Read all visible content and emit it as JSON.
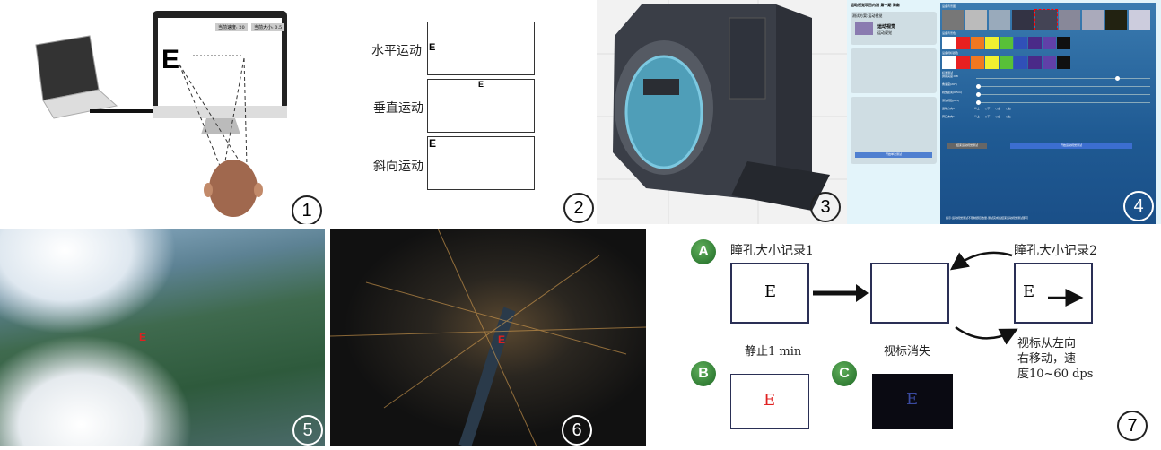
{
  "panel_numbers": [
    "1",
    "2",
    "3",
    "4",
    "5",
    "6",
    "7"
  ],
  "panel1": {
    "screen_buttons": [
      "当前速度: 20",
      "当前大小: 0.5"
    ],
    "optotype": "E"
  },
  "panel2": {
    "rows": [
      {
        "label": "水平运动",
        "optotype": "E"
      },
      {
        "label": "垂直运动",
        "optotype": "E"
      },
      {
        "label": "斜向运动",
        "optotype": "E"
      }
    ]
  },
  "panel4": {
    "title": "运动视觉项目内测 第一期 海南",
    "scheme": "测试方案:运动视觉",
    "card_title": "运动视觉",
    "card_sub": "运动视觉",
    "section_bg": "设备背景图",
    "section_bg_color": "设备背景色",
    "section_fg_color": "设备视标颜色",
    "toggle_label": "标准测试",
    "sliders": [
      "屏幕亮度:0.8",
      "角速度(20°)",
      "视觉距离(0.5m)",
      "测试视数(0.5)"
    ],
    "dir_labels": [
      "运动方向1",
      "开口方向1"
    ],
    "dir_options": [
      "上",
      "下",
      "左",
      "右"
    ],
    "btn_end": "结束运动视觉测试",
    "btn_start": "开始运动视觉测试",
    "btn_side": "开始单次测试",
    "footer": "提示:运动视觉测试不限制题目数量,测试完成后结束运动视觉测试即可",
    "colors": [
      "#ffffff",
      "#e82020",
      "#f07820",
      "#f0f030",
      "#58c038",
      "#3050b8",
      "#4a2a88",
      "#6040a8",
      "#101010"
    ]
  },
  "panel5": {
    "optotype": "E"
  },
  "panel6": {
    "optotype": "E"
  },
  "panel7": {
    "badges": [
      "A",
      "B",
      "C"
    ],
    "rec1": "瞳孔大小记录1",
    "rec2": "瞳孔大小记录2",
    "optotype": "E",
    "still": "静止1 min",
    "vanish": "视标消失",
    "move_desc": [
      "视标从左向",
      "右移动，速",
      "度10~60 dps"
    ],
    "b_color": "#e02020",
    "c_color": "#3a4aa0"
  }
}
